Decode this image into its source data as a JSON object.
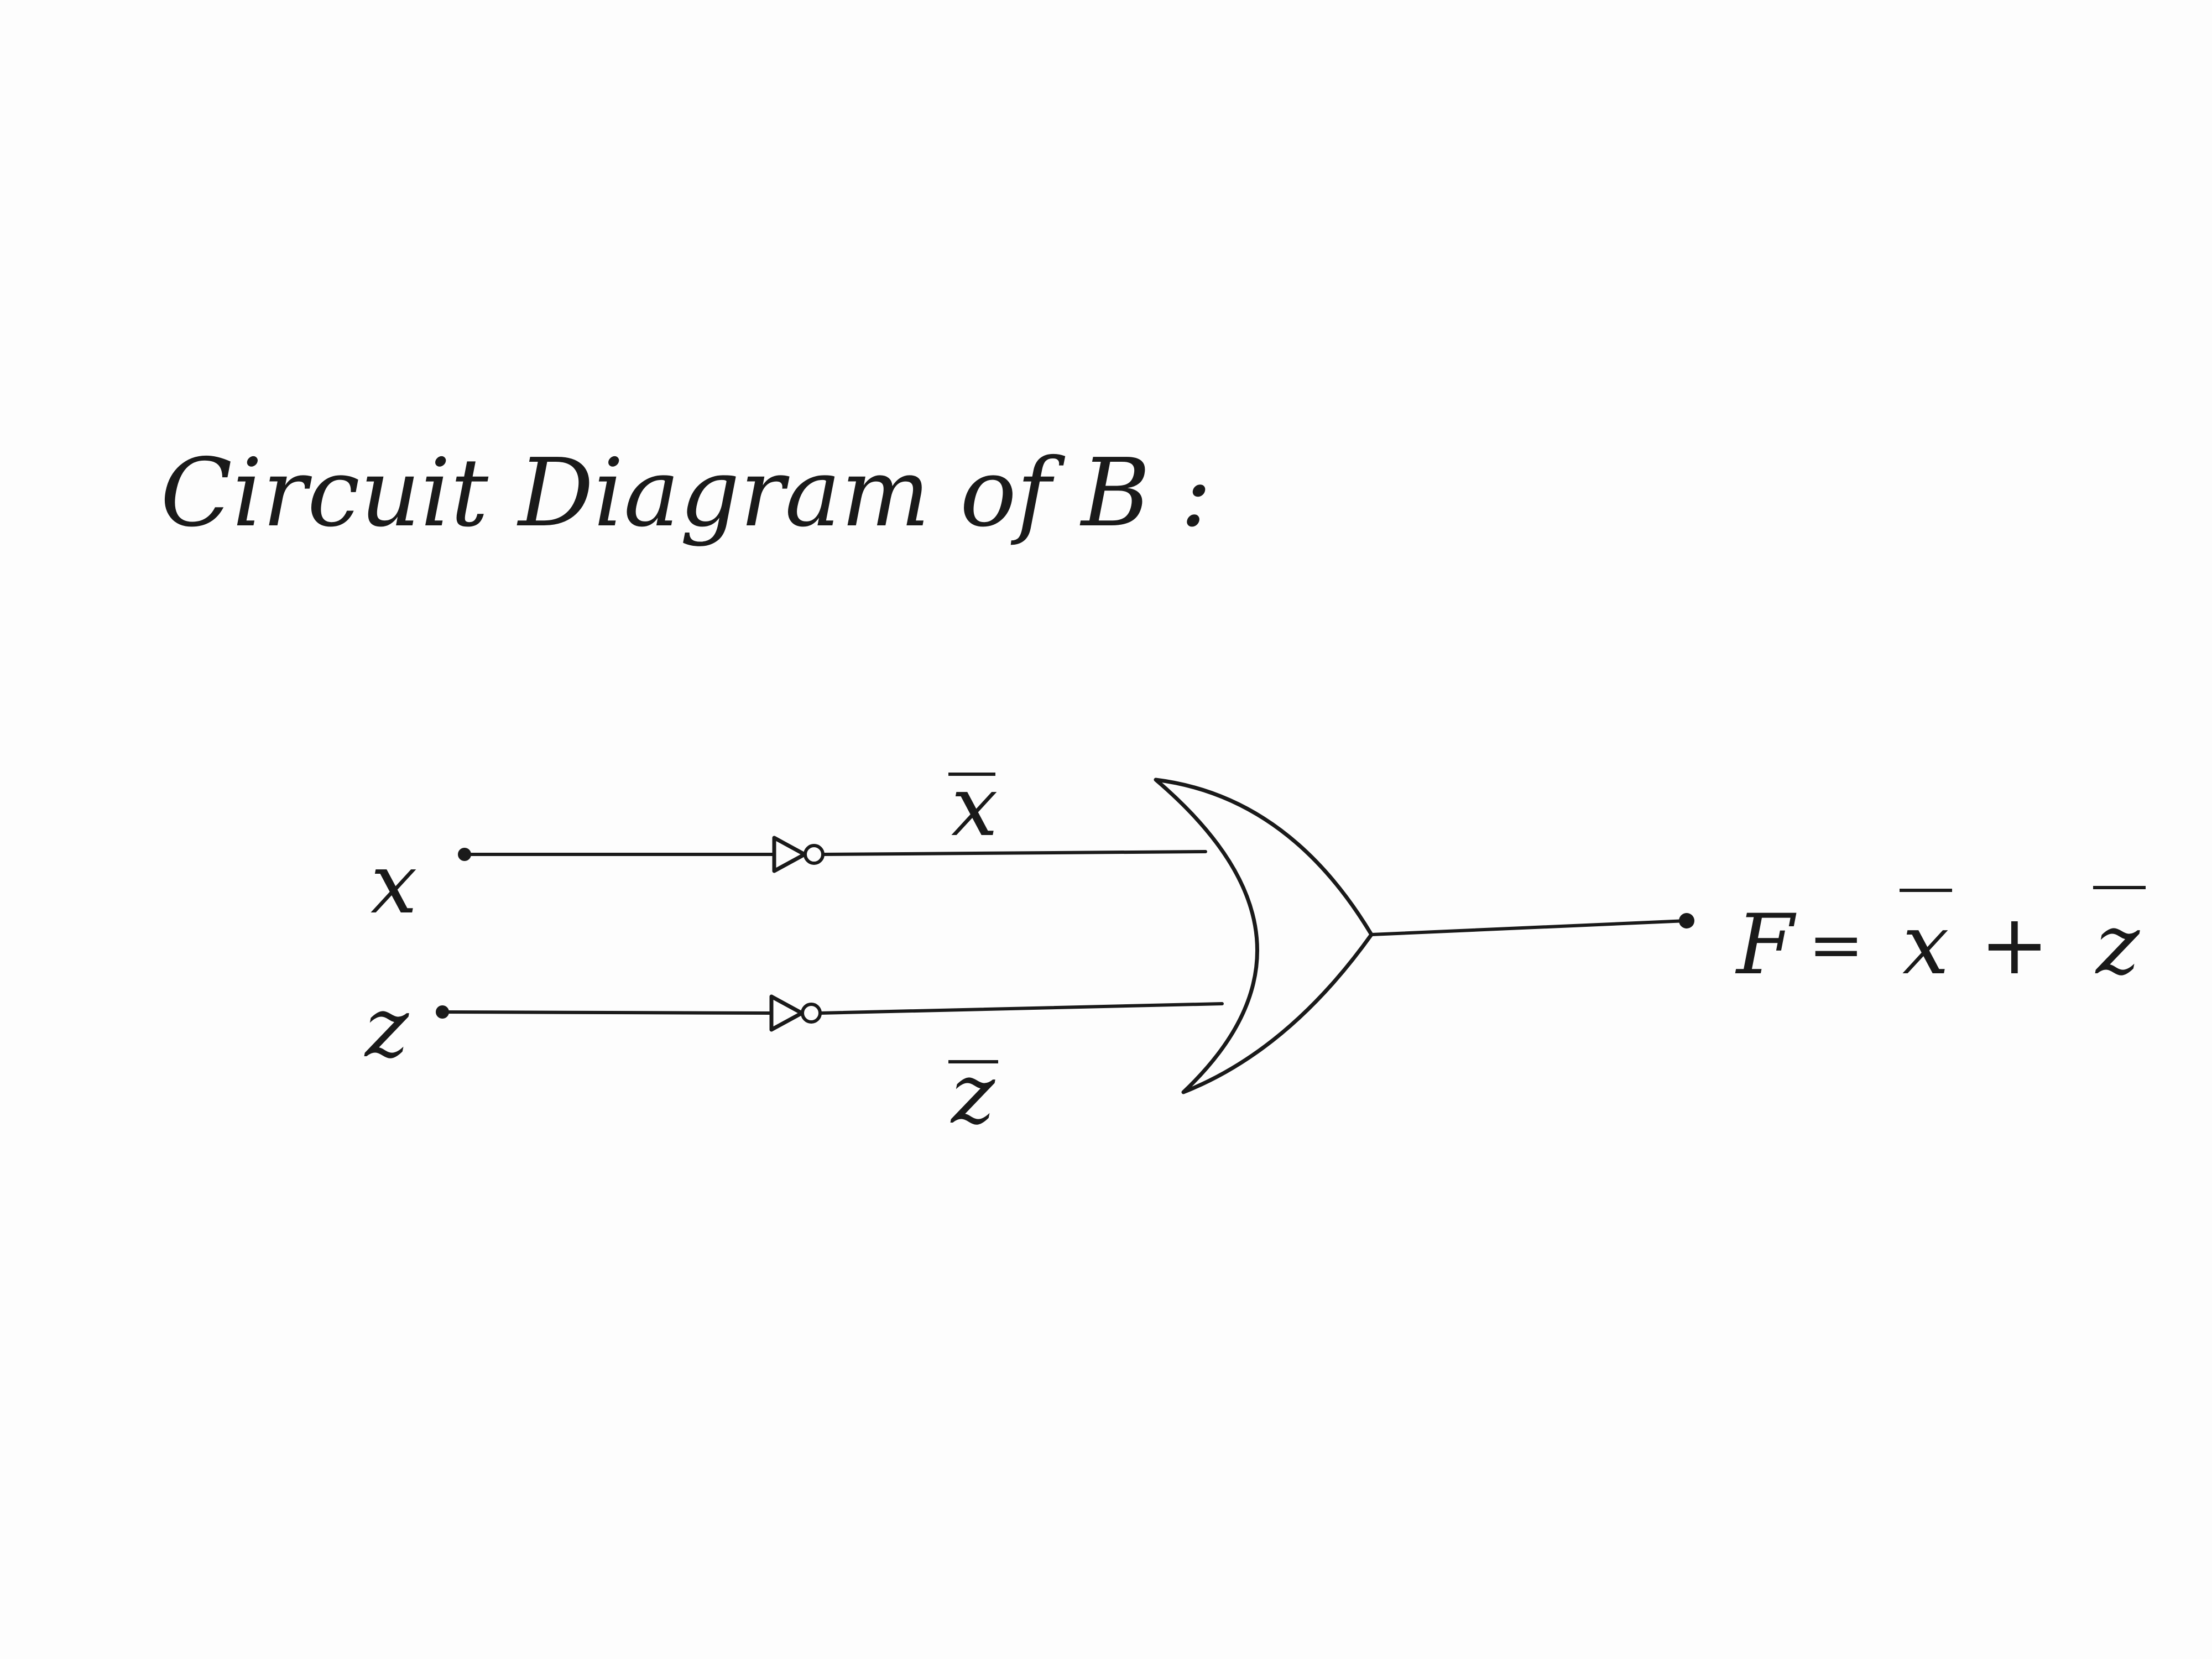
{
  "title": "Circuit Diagram of B :",
  "inputs": {
    "x_label": "x",
    "z_label": "z"
  },
  "intermediate": {
    "x_bar_label": "x",
    "z_bar_label": "z"
  },
  "output": {
    "f_label": "F",
    "equals": "=",
    "term1": "x",
    "plus": "+",
    "term2": "z"
  },
  "colors": {
    "ink": "#1a1a1a",
    "paper": "#fdfdfd"
  }
}
